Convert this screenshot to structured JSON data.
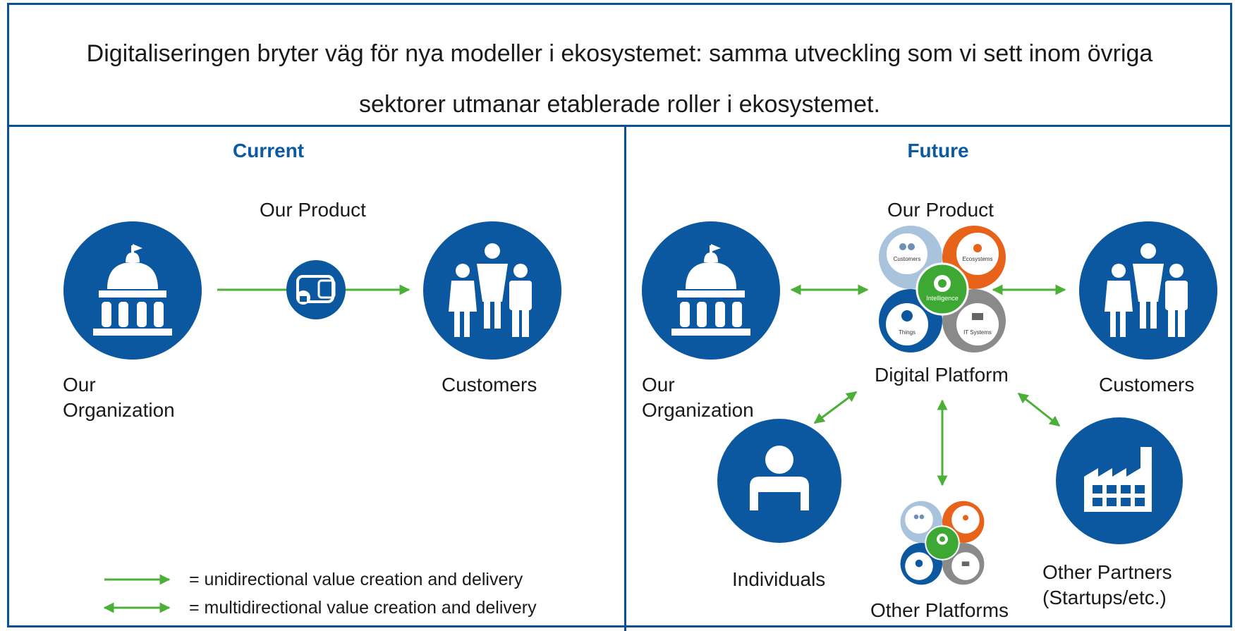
{
  "header": {
    "line1": "Digitaliseringen bryter väg för nya modeller i ekosystemet: samma utveckling som vi sett inom övriga",
    "line2": "sektorer utmanar etablerade roller i ekosystemet."
  },
  "current": {
    "title": "Current",
    "product_label": "Our Product",
    "org_label_line1": "Our",
    "org_label_line2": "Organization",
    "customers_label": "Customers"
  },
  "future": {
    "title": "Future",
    "product_label": "Our Product",
    "platform_label": "Digital Platform",
    "org_label_line1": "Our",
    "org_label_line2": "Organization",
    "customers_label": "Customers",
    "individuals_label": "Individuals",
    "other_platforms_label": "Other Platforms",
    "partners_label_line1": "Other Partners",
    "partners_label_line2": "(Startups/etc.)",
    "platform_petals": {
      "customers": "Customers",
      "ecosystems": "Ecosystems",
      "things": "Things",
      "it_systems": "IT Systems",
      "center": "Intelligence"
    }
  },
  "legend": {
    "unidirectional": "= unidirectional value creation and delivery",
    "multidirectional": "= multidirectional value creation and delivery"
  },
  "colors": {
    "navy": "#0b4f94",
    "circle_blue": "#0b57a0",
    "arrow_green": "#4caf38",
    "petal_light_blue": "#a9c3dd",
    "petal_orange": "#e8631a",
    "petal_gray": "#8a8a8a",
    "center_green": "#3ea835"
  }
}
